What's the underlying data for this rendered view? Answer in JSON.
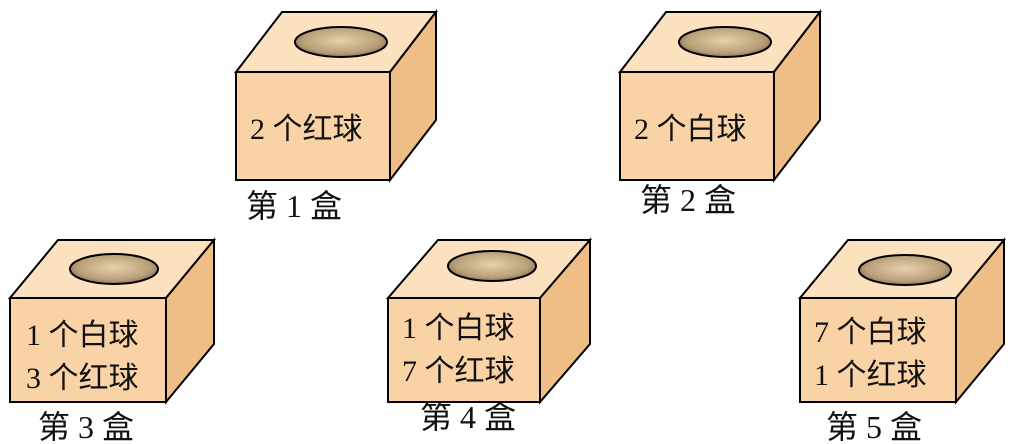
{
  "colors": {
    "front": "#f9d3a6",
    "top": "#fce1bf",
    "side": "#efbd86",
    "hole_outer": "#6b5a44",
    "hole_inner": "#c8b08a",
    "stroke": "#000000"
  },
  "boxes": [
    {
      "lines": [
        "2 个红球"
      ],
      "label": "第 1 盒"
    },
    {
      "lines": [
        "2 个白球"
      ],
      "label": "第 2 盒"
    },
    {
      "lines": [
        "1 个白球",
        "3 个红球"
      ],
      "label": "第 3 盒"
    },
    {
      "lines": [
        "1 个白球",
        "7 个红球"
      ],
      "label": "第 4 盒"
    },
    {
      "lines": [
        "7 个白球",
        "1 个红球"
      ],
      "label": "第 5 盒"
    }
  ]
}
